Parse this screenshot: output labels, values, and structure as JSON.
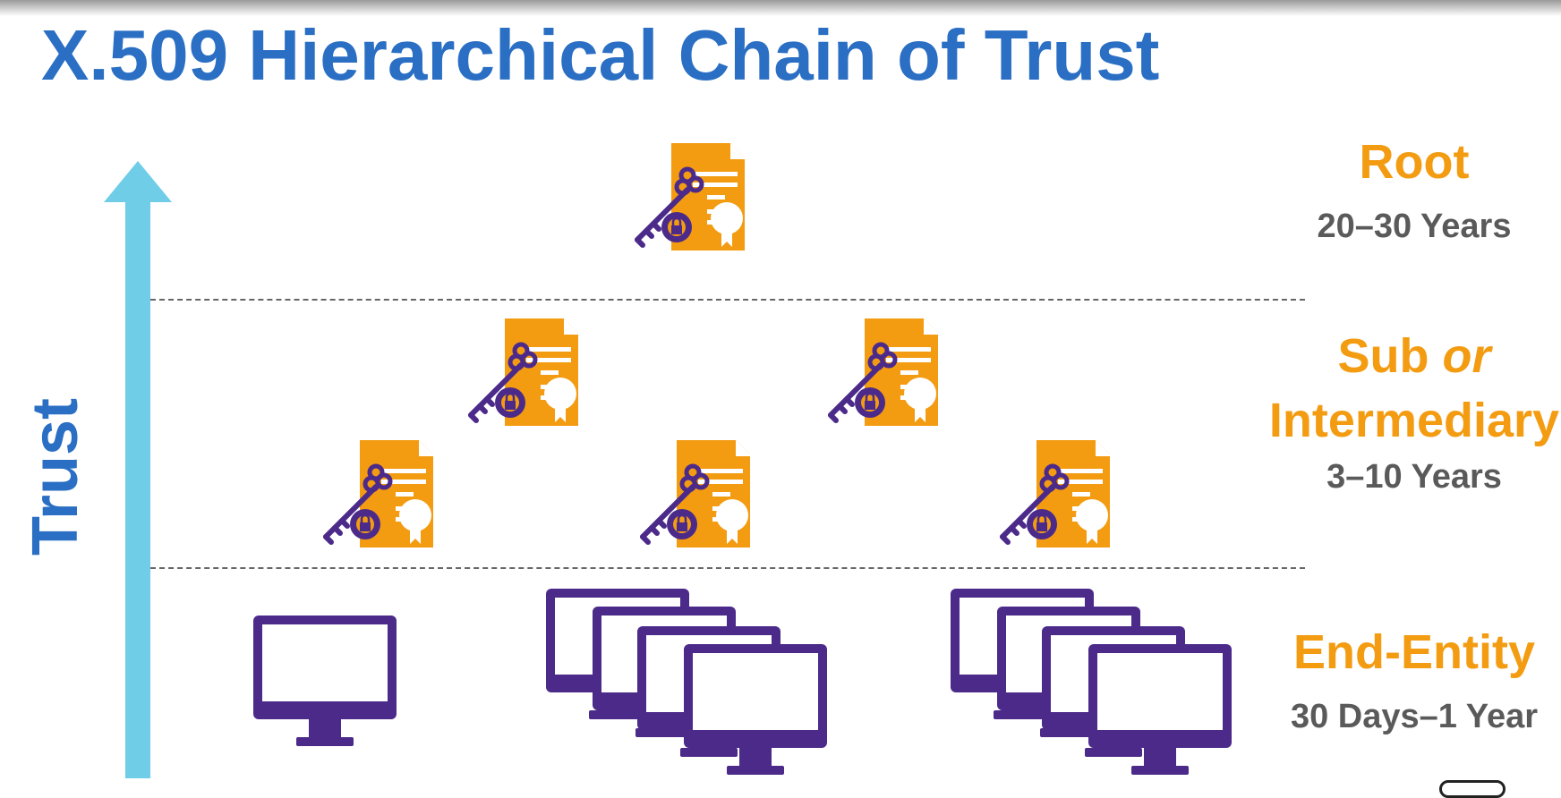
{
  "title": "X.509 Hierarchical Chain of Trust",
  "trust_axis": {
    "label": "Trust",
    "icon": "up-arrow-icon"
  },
  "levels": {
    "root": {
      "name": "Root",
      "lifespan": "20–30 Years"
    },
    "intermediate": {
      "name_line1_prefix": "Sub ",
      "name_line1_or": "or",
      "name_line2": "Intermediary",
      "lifespan": "3–10 Years"
    },
    "end_entity": {
      "name": "End-Entity",
      "lifespan": "30 Days–1 Year"
    }
  },
  "icons": {
    "certificate": "certificate-with-key-and-lock-icon",
    "computer": "monitor-icon"
  },
  "colors": {
    "title_blue": "#2a6fc4",
    "arrow_cyan": "#6fcde8",
    "cert_orange": "#f39c12",
    "level_orange": "#f39c12",
    "key_purple": "#4b2a8a",
    "monitor_purple": "#4b2a8a",
    "lifespan_gray": "#5a5a5a",
    "divider_gray": "#666666"
  }
}
